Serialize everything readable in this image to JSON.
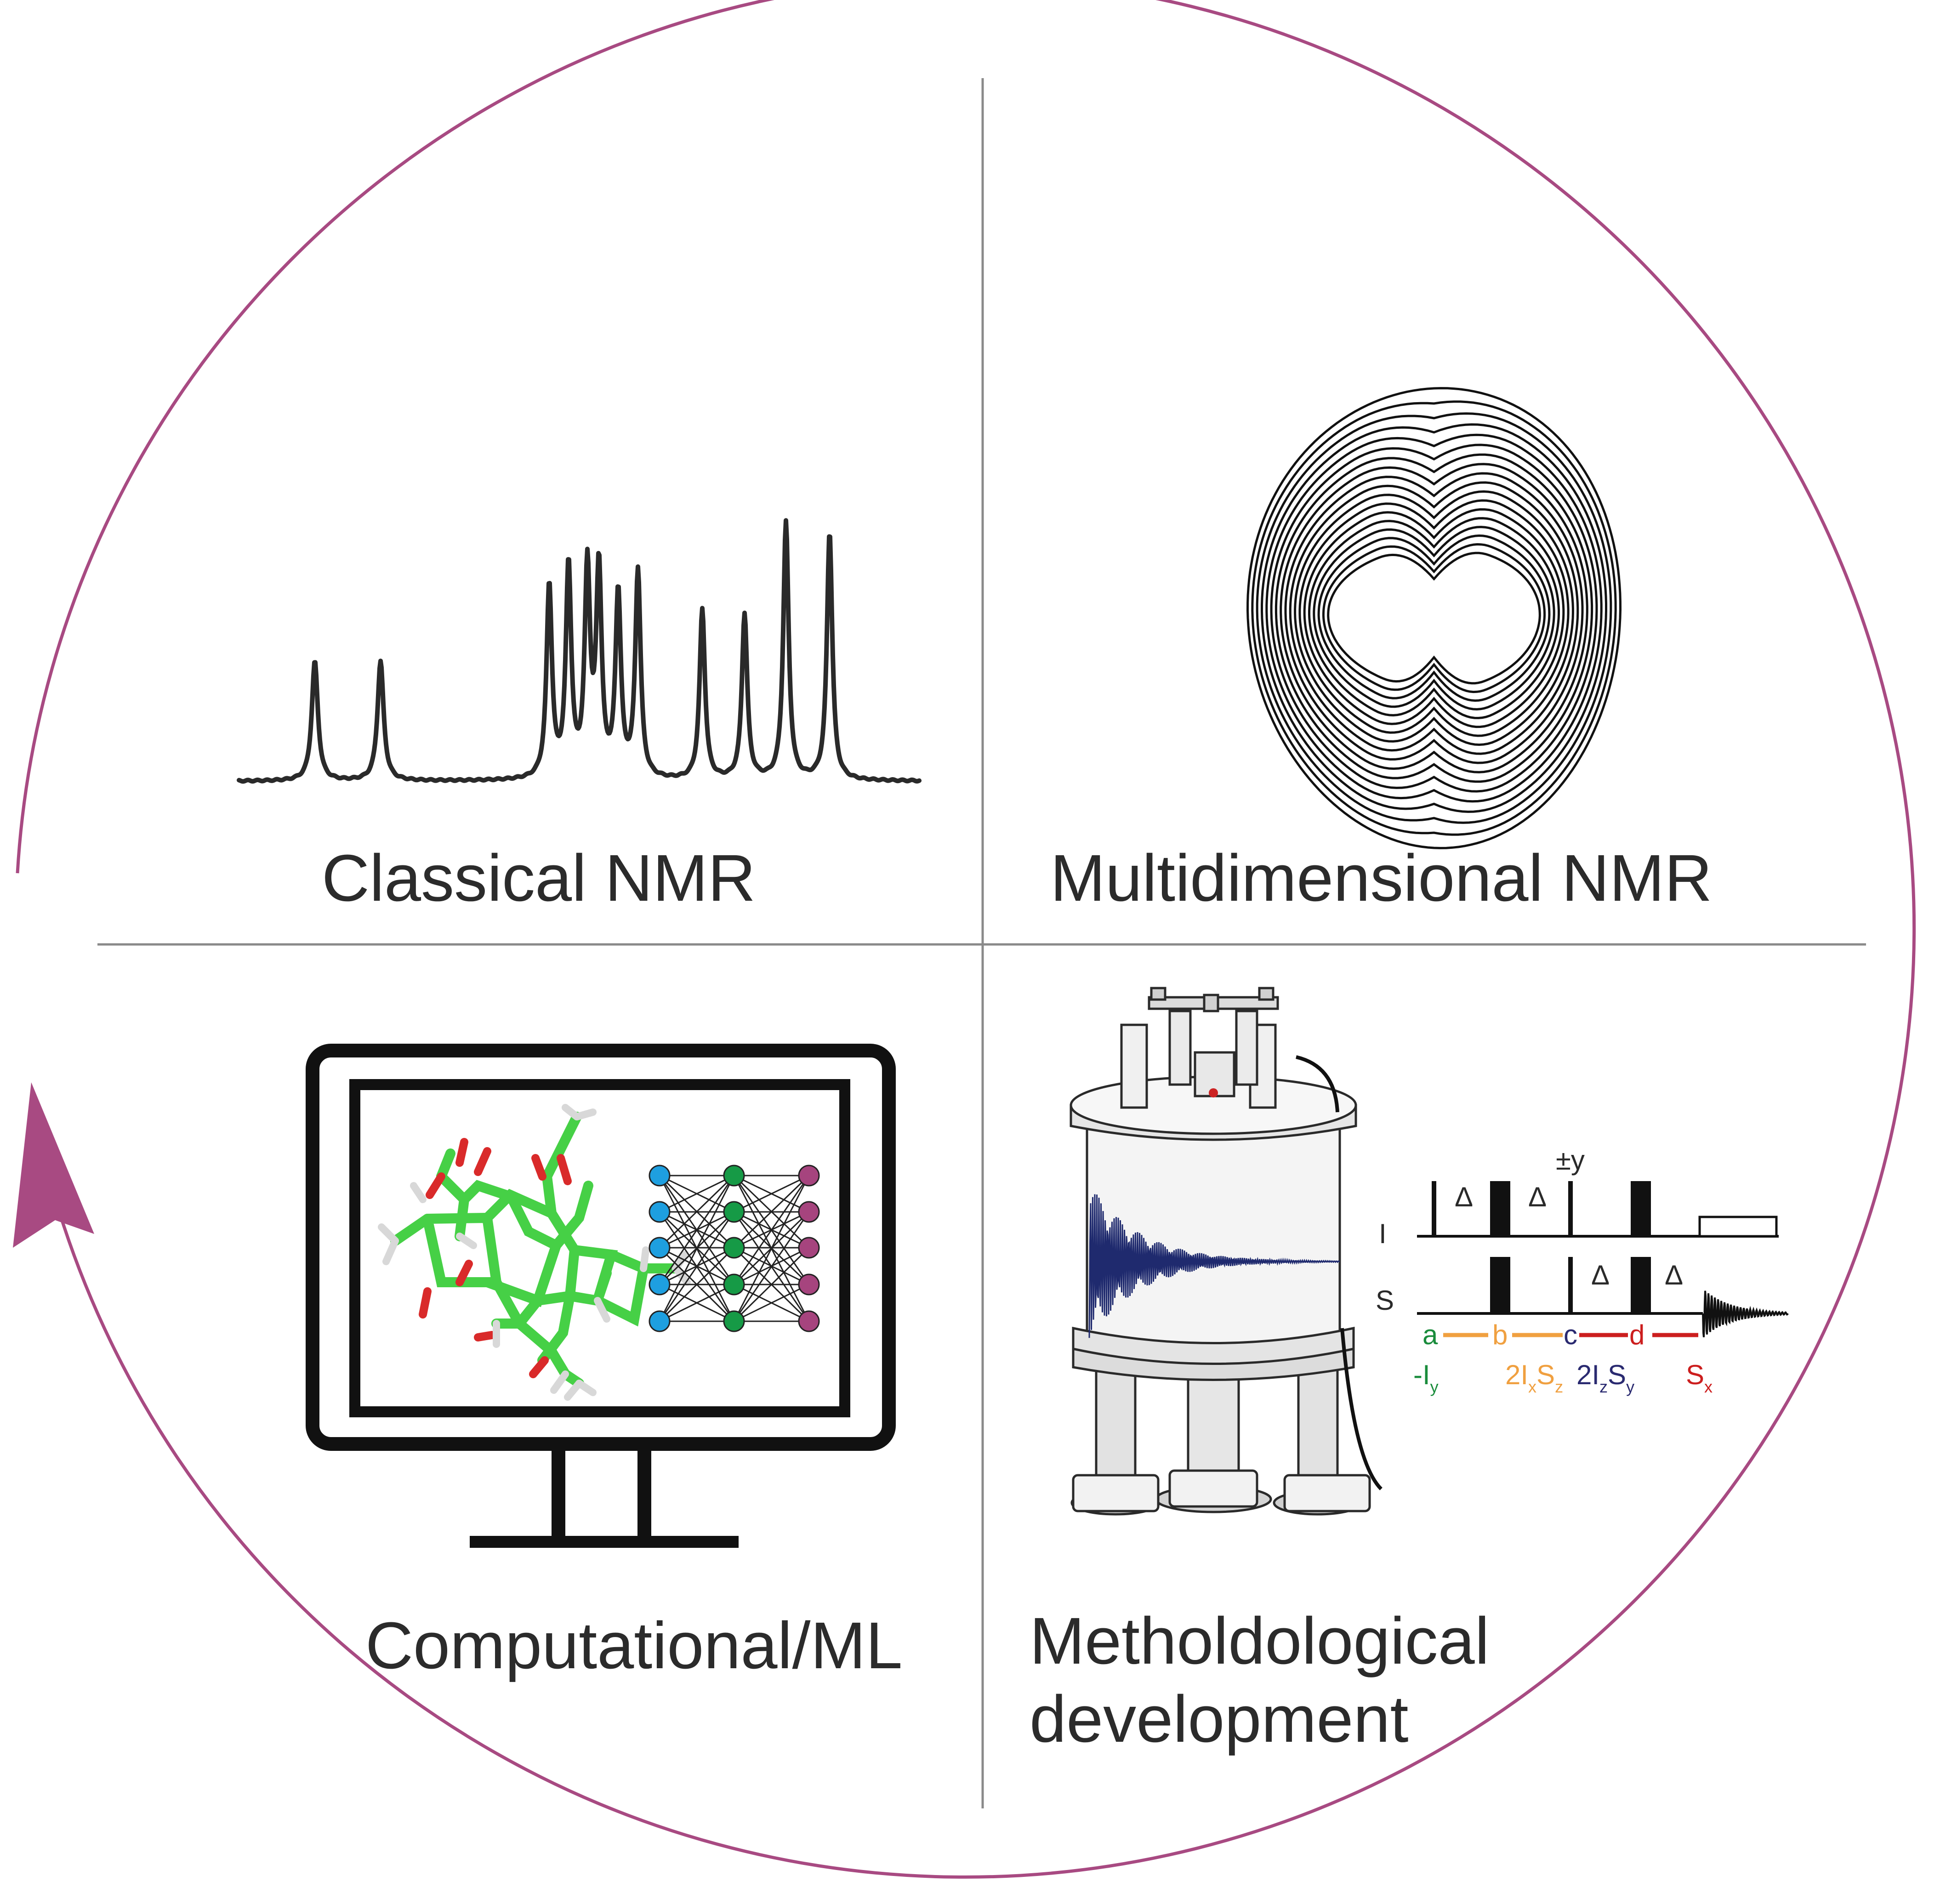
{
  "quadrants": {
    "top_left": {
      "label": "Classical NMR"
    },
    "top_right": {
      "label": "Multidimensional NMR"
    },
    "bottom_left": {
      "label": "Computational/ML"
    },
    "bottom_right": {
      "label_line1": "Metholdological",
      "label_line2": "development"
    }
  },
  "pulse_sequence": {
    "channel_i": "I",
    "channel_s": "S",
    "phase": "±y",
    "delay": "Δ",
    "points": [
      "a",
      "b",
      "c",
      "d"
    ],
    "states": {
      "a": {
        "main": "-I",
        "sub": "y"
      },
      "b": {
        "p1": "2I",
        "s1": "x",
        "p2": "S",
        "s2": "z"
      },
      "c": {
        "p1": "2I",
        "s1": "z",
        "p2": "S",
        "s2": "y"
      },
      "d": {
        "main": "S",
        "sub": "x"
      }
    }
  },
  "colors": {
    "cycle_arrow": "#a84a82",
    "divider": "#8a8a8a",
    "green": "#1a8c3c",
    "orange": "#f0a040",
    "navy": "#2a2a70",
    "red": "#cc1e1e",
    "molecule": "#46d046",
    "node_input": "#1e9fe0",
    "node_hidden": "#169a46",
    "node_output": "#a6447e"
  }
}
